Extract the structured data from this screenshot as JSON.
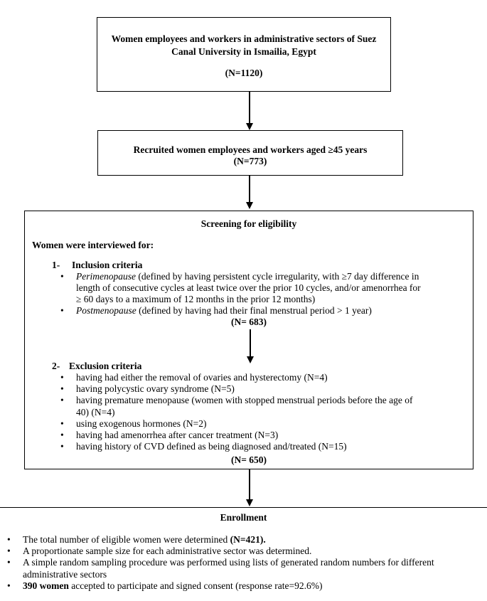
{
  "box1": {
    "line1": "Women employees and workers in administrative sectors of Suez",
    "line2": "Canal University in Ismailia, Egypt",
    "count": "(N=1120)"
  },
  "box2": {
    "line1": "Recruited women employees and workers aged ≥45 years",
    "count": "(N=773)"
  },
  "screening": {
    "title": "Screening for eligibility",
    "intro": "Women were interviewed for:",
    "inclusion": {
      "number": "1-",
      "heading": "Inclusion criteria",
      "items": [
        {
          "term": "Perimenopause",
          "lines": [
            " (defined by having persistent cycle irregularity, with ≥7 day difference in",
            "length of consecutive cycles at least twice over the prior 10 cycles, and/or amenorrhea for",
            "≥ 60 days to a maximum of 12 months in the prior 12 months)"
          ]
        },
        {
          "term": "Postmenopause",
          "lines": [
            " (defined by having had their final menstrual period > 1 year)"
          ]
        }
      ],
      "count": "(N= 683)"
    },
    "exclusion": {
      "number": "2-",
      "heading": "Exclusion criteria",
      "items": [
        "having had either the removal of ovaries and hysterectomy (N=4)",
        "having polycystic ovary syndrome (N=5)",
        "having premature menopause (women with stopped menstrual periods before the age of",
        "40) (N=4)",
        "using exogenous hormones (N=2)",
        "having had amenorrhea after cancer treatment (N=3)",
        "having history of CVD defined as being diagnosed and/treated (N=15)"
      ],
      "count": "(N= 650)"
    }
  },
  "enrollment": {
    "title": "Enrollment",
    "b1_text": "The total number of eligible women were determined ",
    "b1_bold": "(N=421).",
    "b2": "A proportionate sample size for each administrative sector was determined.",
    "b3_line1": "A simple random sampling procedure was performed using lists of generated random numbers for different",
    "b3_line2": "administrative sectors",
    "b4_bold": "390 women",
    "b4_text": " accepted to participate and signed consent (response rate=92.6%)"
  }
}
